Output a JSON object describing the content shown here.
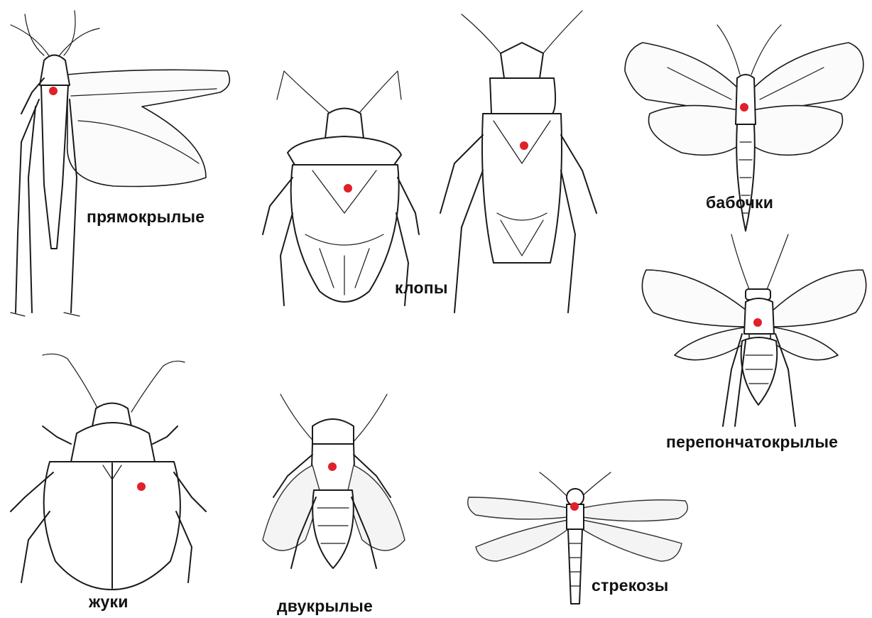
{
  "labels": {
    "orthoptera": "прямокрылые",
    "bugs": "клопы",
    "butterflies": "бабочки",
    "hymenoptera": "перепончатокрылые",
    "beetles": "жуки",
    "diptera": "двукрылые",
    "dragonflies": "стрекозы"
  },
  "marker_color": "#e0202a"
}
